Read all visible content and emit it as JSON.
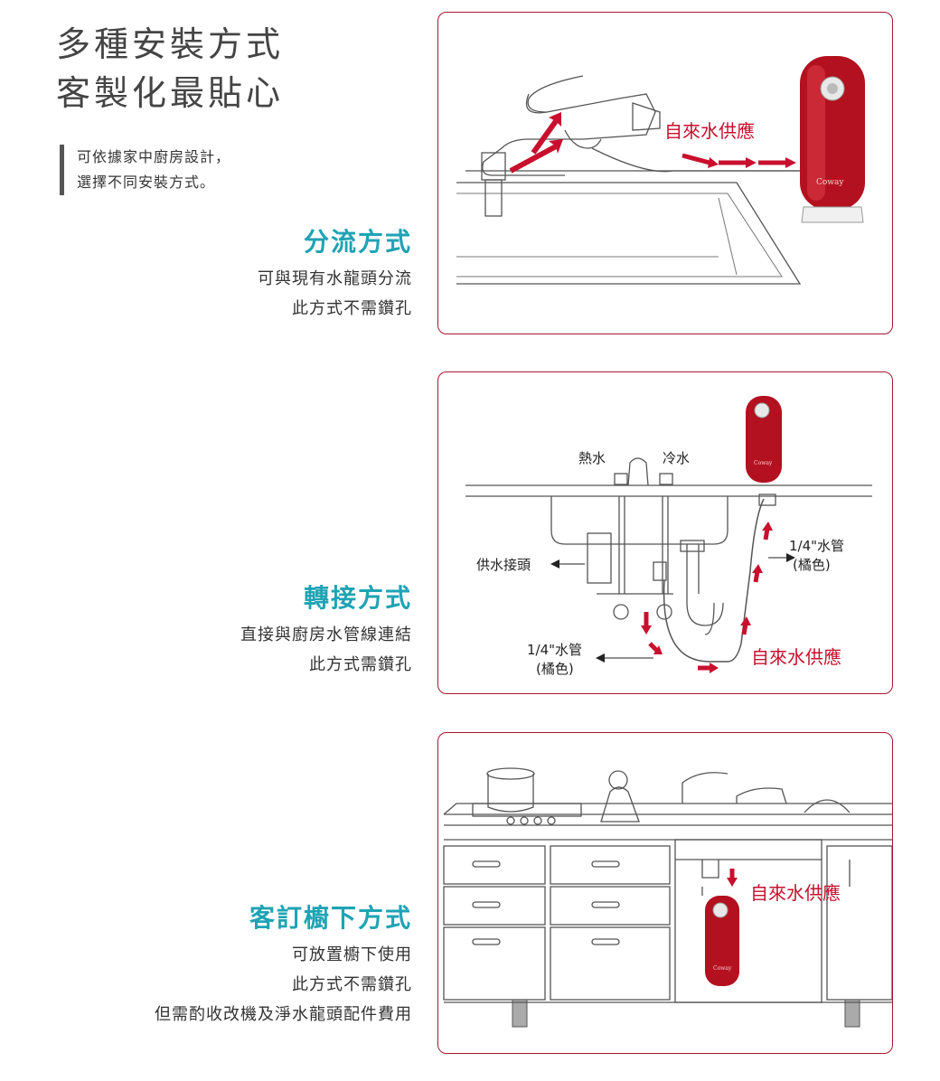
{
  "headline": {
    "line1": "多種安裝方式",
    "line2": "客製化最貼心"
  },
  "intro": {
    "line1": "可依據家中廚房設計，",
    "line2": "選擇不同安裝方式。"
  },
  "methods": [
    {
      "title": "分流方式",
      "desc1": "可與現有水龍頭分流",
      "desc2": "此方式不需鑽孔"
    },
    {
      "title": "轉接方式",
      "desc1": "直接與廚房水管線連結",
      "desc2": "此方式需鑽孔"
    },
    {
      "title": "客訂櫥下方式",
      "desc1": "可放置櫥下使用",
      "desc2": "此方式不需鑽孔",
      "desc3": "但需酌收改機及淨水龍頭配件費用"
    }
  ],
  "diagram1": {
    "supply_label": "自來水供應",
    "brand": "Coway"
  },
  "diagram2": {
    "hot_label": "熱水",
    "cold_label": "冷水",
    "connector_label": "供水接頭",
    "tube_right_line1": "1/4\"水管",
    "tube_right_line2": "(橘色)",
    "tube_left_line1": "1/4\"水管",
    "tube_left_line2": "(橘色)",
    "supply_label": "自來水供應",
    "brand": "Coway"
  },
  "diagram3": {
    "supply_label": "自來水供應",
    "brand": "Coway"
  },
  "colors": {
    "accent_teal": "#1fa3b4",
    "brand_red": "#c8102e",
    "panel_border": "#a5192f"
  }
}
